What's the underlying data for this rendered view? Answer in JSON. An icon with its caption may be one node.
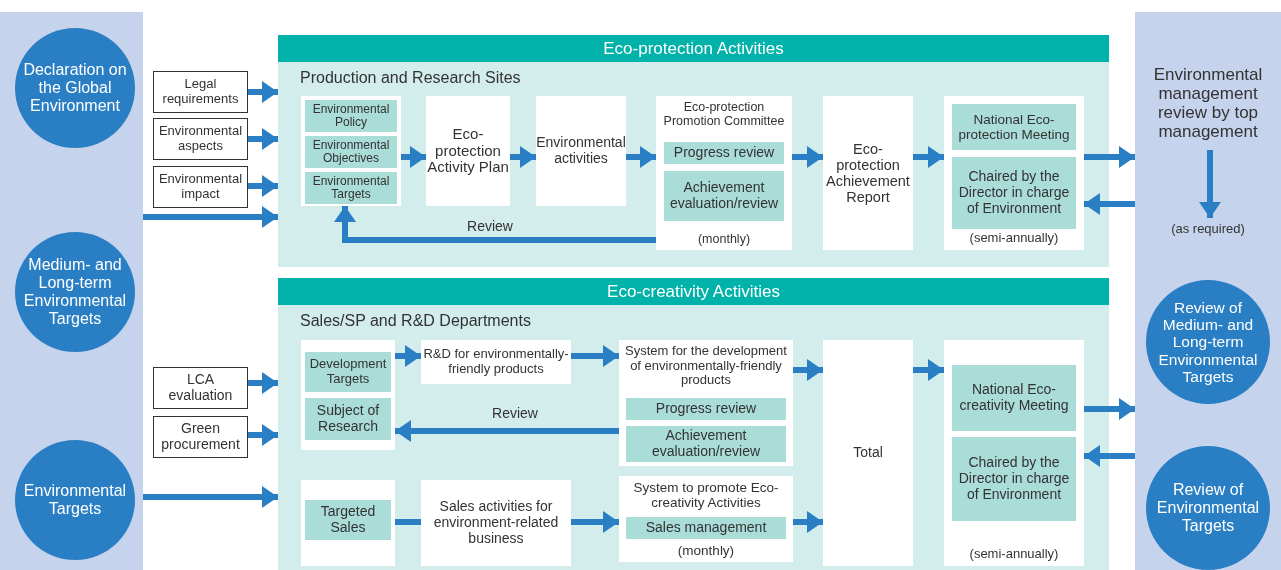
{
  "diagram": {
    "nodes": [
      {
        "text": [],
        "shape": "box"
      },
      {
        "text": [
          "Declaration on the Global Environment"
        ],
        "in": 0
      },
      {
        "text": [
          "Medium- and Long-term Environmental Targets"
        ],
        "in": 0
      },
      {
        "text": [
          "Environmental Targets"
        ],
        "in": 0
      },
      {
        "text": [
          "Legal requirements"
        ]
      },
      {
        "text": [
          "Environmental aspects"
        ]
      },
      {
        "text": [
          "Environmental impact"
        ]
      },
      {
        "text": [
          "Eco-protection Activities",
          "Production and Research Sites"
        ]
      },
      {
        "text": [],
        "shape": "box",
        "in": 7
      },
      {
        "text": [
          "Environmental Policy"
        ],
        "in": 8
      },
      {
        "text": [
          "Environmental Objectives"
        ],
        "in": 8
      },
      {
        "text": [
          "Environmental Targets"
        ],
        "in": 8
      },
      {
        "text": [
          "Eco-protection Activity Plan"
        ],
        "in": 7
      },
      {
        "text": [
          "Environmental activities"
        ],
        "in": 7
      },
      {
        "text": [
          "Eco-protection Promotion Committee",
          "(monthly)"
        ],
        "in": 7
      },
      {
        "text": [
          "Progress review"
        ],
        "in": 14
      },
      {
        "text": [
          "Achievement evaluation/review"
        ],
        "in": 14
      },
      {
        "text": [
          "Eco-protection Achievement Report"
        ],
        "in": 7
      },
      {
        "text": [
          "(semi-annually)"
        ],
        "in": 7
      },
      {
        "text": [
          "National Eco-protection Meeting"
        ],
        "in": 18
      },
      {
        "text": [
          "Chaired by the Director in charge of Environment"
        ],
        "in": 18
      },
      {
        "text": [],
        "shape": "box"
      },
      {
        "text": [
          "Environmental management review by top management"
        ],
        "in": 21
      },
      {
        "text": [
          "(as required)"
        ],
        "in": 21
      },
      {
        "text": [
          "Review of Medium- and Long-term Environmental Targets"
        ],
        "in": 21
      },
      {
        "text": [
          "Review of Environmental Targets"
        ],
        "in": 21
      },
      {
        "text": [
          "Eco-creativity Activities",
          "Sales/SP and R&D Departments"
        ]
      },
      {
        "text": [],
        "shape": "box",
        "in": 26
      },
      {
        "text": [
          "Development Targets"
        ],
        "in": 27
      },
      {
        "text": [
          "Subject of Research"
        ],
        "in": 27
      },
      {
        "text": [
          "R&D for environmentally-friendly products"
        ],
        "in": 26
      },
      {
        "text": [
          "System for the development of environmentally-friendly products"
        ],
        "in": 26
      },
      {
        "text": [
          "Progress review"
        ],
        "in": 31
      },
      {
        "text": [
          "Achievement evaluation/review"
        ],
        "in": 31
      },
      {
        "text": [],
        "shape": "box",
        "in": 26
      },
      {
        "text": [
          "Targeted Sales"
        ],
        "in": 34
      },
      {
        "text": [
          "Sales activities for environment-related business"
        ],
        "in": 26
      },
      {
        "text": [
          "System to promote Eco-creativity Activities",
          "(monthly)"
        ],
        "in": 26
      },
      {
        "text": [
          "Sales management"
        ],
        "in": 37
      },
      {
        "text": [
          "Total"
        ],
        "in": 26
      },
      {
        "text": [
          "(semi-annually)"
        ],
        "in": 26
      },
      {
        "text": [
          "National Eco-creativity Meeting"
        ],
        "in": 40
      },
      {
        "text": [
          "Chaired by the Director in charge of Environment"
        ],
        "in": 40
      },
      {
        "text": [
          "LCA evaluation"
        ]
      },
      {
        "text": [
          "Green procurement"
        ]
      }
    ],
    "edges": [
      {
        "from": 4,
        "to": 7,
        "arrow": "to"
      },
      {
        "from": 5,
        "to": 7,
        "arrow": "to"
      },
      {
        "from": 6,
        "to": 7,
        "arrow": "to"
      },
      {
        "from": 0,
        "to": 7,
        "arrow": "to"
      },
      {
        "from": 8,
        "to": 12,
        "arrow": "to"
      },
      {
        "from": 12,
        "to": 13,
        "arrow": "to"
      },
      {
        "from": 13,
        "to": 14,
        "arrow": "to"
      },
      {
        "from": 14,
        "to": 8,
        "arrow": "to",
        "label": "Review"
      },
      {
        "from": 14,
        "to": 17,
        "arrow": "to"
      },
      {
        "from": 17,
        "to": 18,
        "arrow": "to"
      },
      {
        "from": 18,
        "to": 21,
        "arrow": "to"
      },
      {
        "from": 21,
        "to": 18,
        "arrow": "to"
      },
      {
        "from": 22,
        "to": 23,
        "arrow": "to"
      },
      {
        "from": 43,
        "to": 26,
        "arrow": "to"
      },
      {
        "from": 44,
        "to": 26,
        "arrow": "to"
      },
      {
        "from": 0,
        "to": 26,
        "arrow": "to"
      },
      {
        "from": 27,
        "to": 30,
        "arrow": "to"
      },
      {
        "from": 30,
        "to": 31,
        "arrow": "to"
      },
      {
        "from": 31,
        "to": 27,
        "arrow": "to",
        "label": "Review"
      },
      {
        "from": 31,
        "to": 39,
        "arrow": "to"
      },
      {
        "from": 34,
        "to": 36,
        "arrow": "none"
      },
      {
        "from": 36,
        "to": 37,
        "arrow": "to"
      },
      {
        "from": 37,
        "to": 39,
        "arrow": "to"
      },
      {
        "from": 39,
        "to": 40,
        "arrow": "to"
      },
      {
        "from": 40,
        "to": 21,
        "arrow": "to"
      },
      {
        "from": 21,
        "to": 40,
        "arrow": "to"
      }
    ]
  }
}
